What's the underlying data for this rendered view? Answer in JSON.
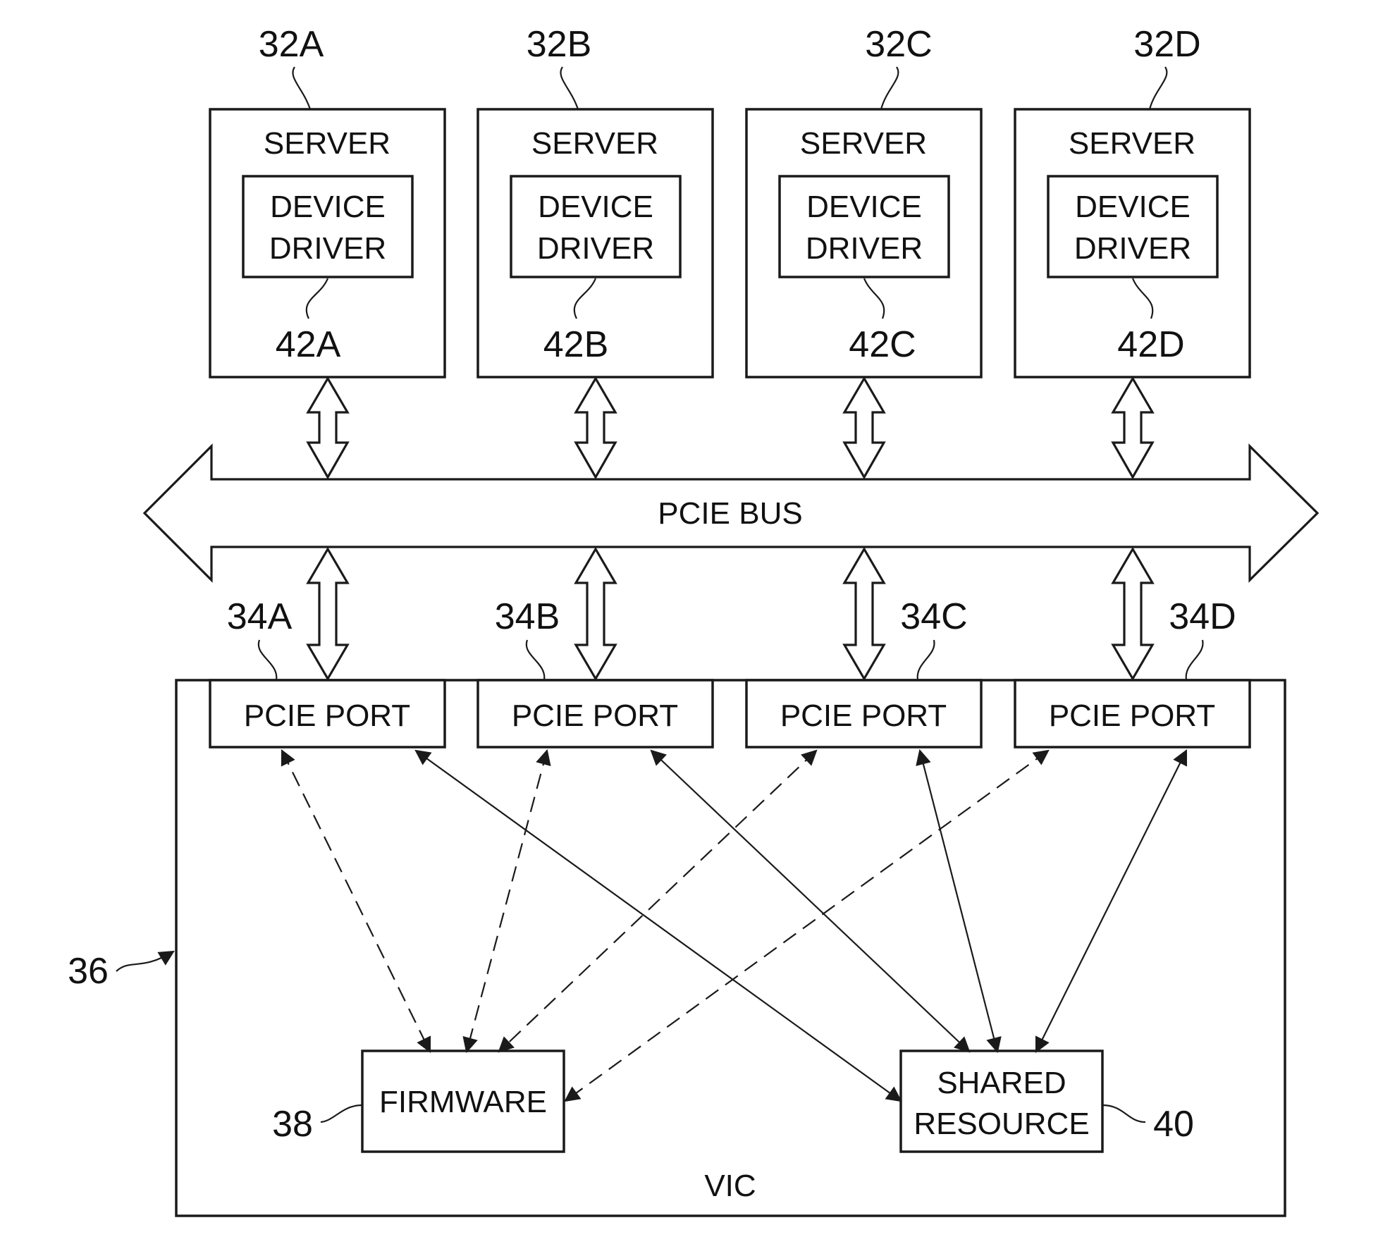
{
  "diagram": {
    "servers": [
      {
        "ref": "32A",
        "title": "SERVER",
        "driver_line1": "DEVICE",
        "driver_line2": "DRIVER",
        "driver_ref": "42A"
      },
      {
        "ref": "32B",
        "title": "SERVER",
        "driver_line1": "DEVICE",
        "driver_line2": "DRIVER",
        "driver_ref": "42B"
      },
      {
        "ref": "32C",
        "title": "SERVER",
        "driver_line1": "DEVICE",
        "driver_line2": "DRIVER",
        "driver_ref": "42C"
      },
      {
        "ref": "32D",
        "title": "SERVER",
        "driver_line1": "DEVICE",
        "driver_line2": "DRIVER",
        "driver_ref": "42D"
      }
    ],
    "bus": {
      "label": "PCIE BUS"
    },
    "ports": [
      {
        "ref": "34A",
        "label": "PCIE PORT"
      },
      {
        "ref": "34B",
        "label": "PCIE PORT"
      },
      {
        "ref": "34C",
        "label": "PCIE PORT"
      },
      {
        "ref": "34D",
        "label": "PCIE PORT"
      }
    ],
    "vic": {
      "label": "VIC",
      "ref": "36"
    },
    "firmware": {
      "label": "FIRMWARE",
      "ref": "38"
    },
    "shared_resource": {
      "line1": "SHARED",
      "line2": "RESOURCE",
      "ref": "40"
    }
  }
}
